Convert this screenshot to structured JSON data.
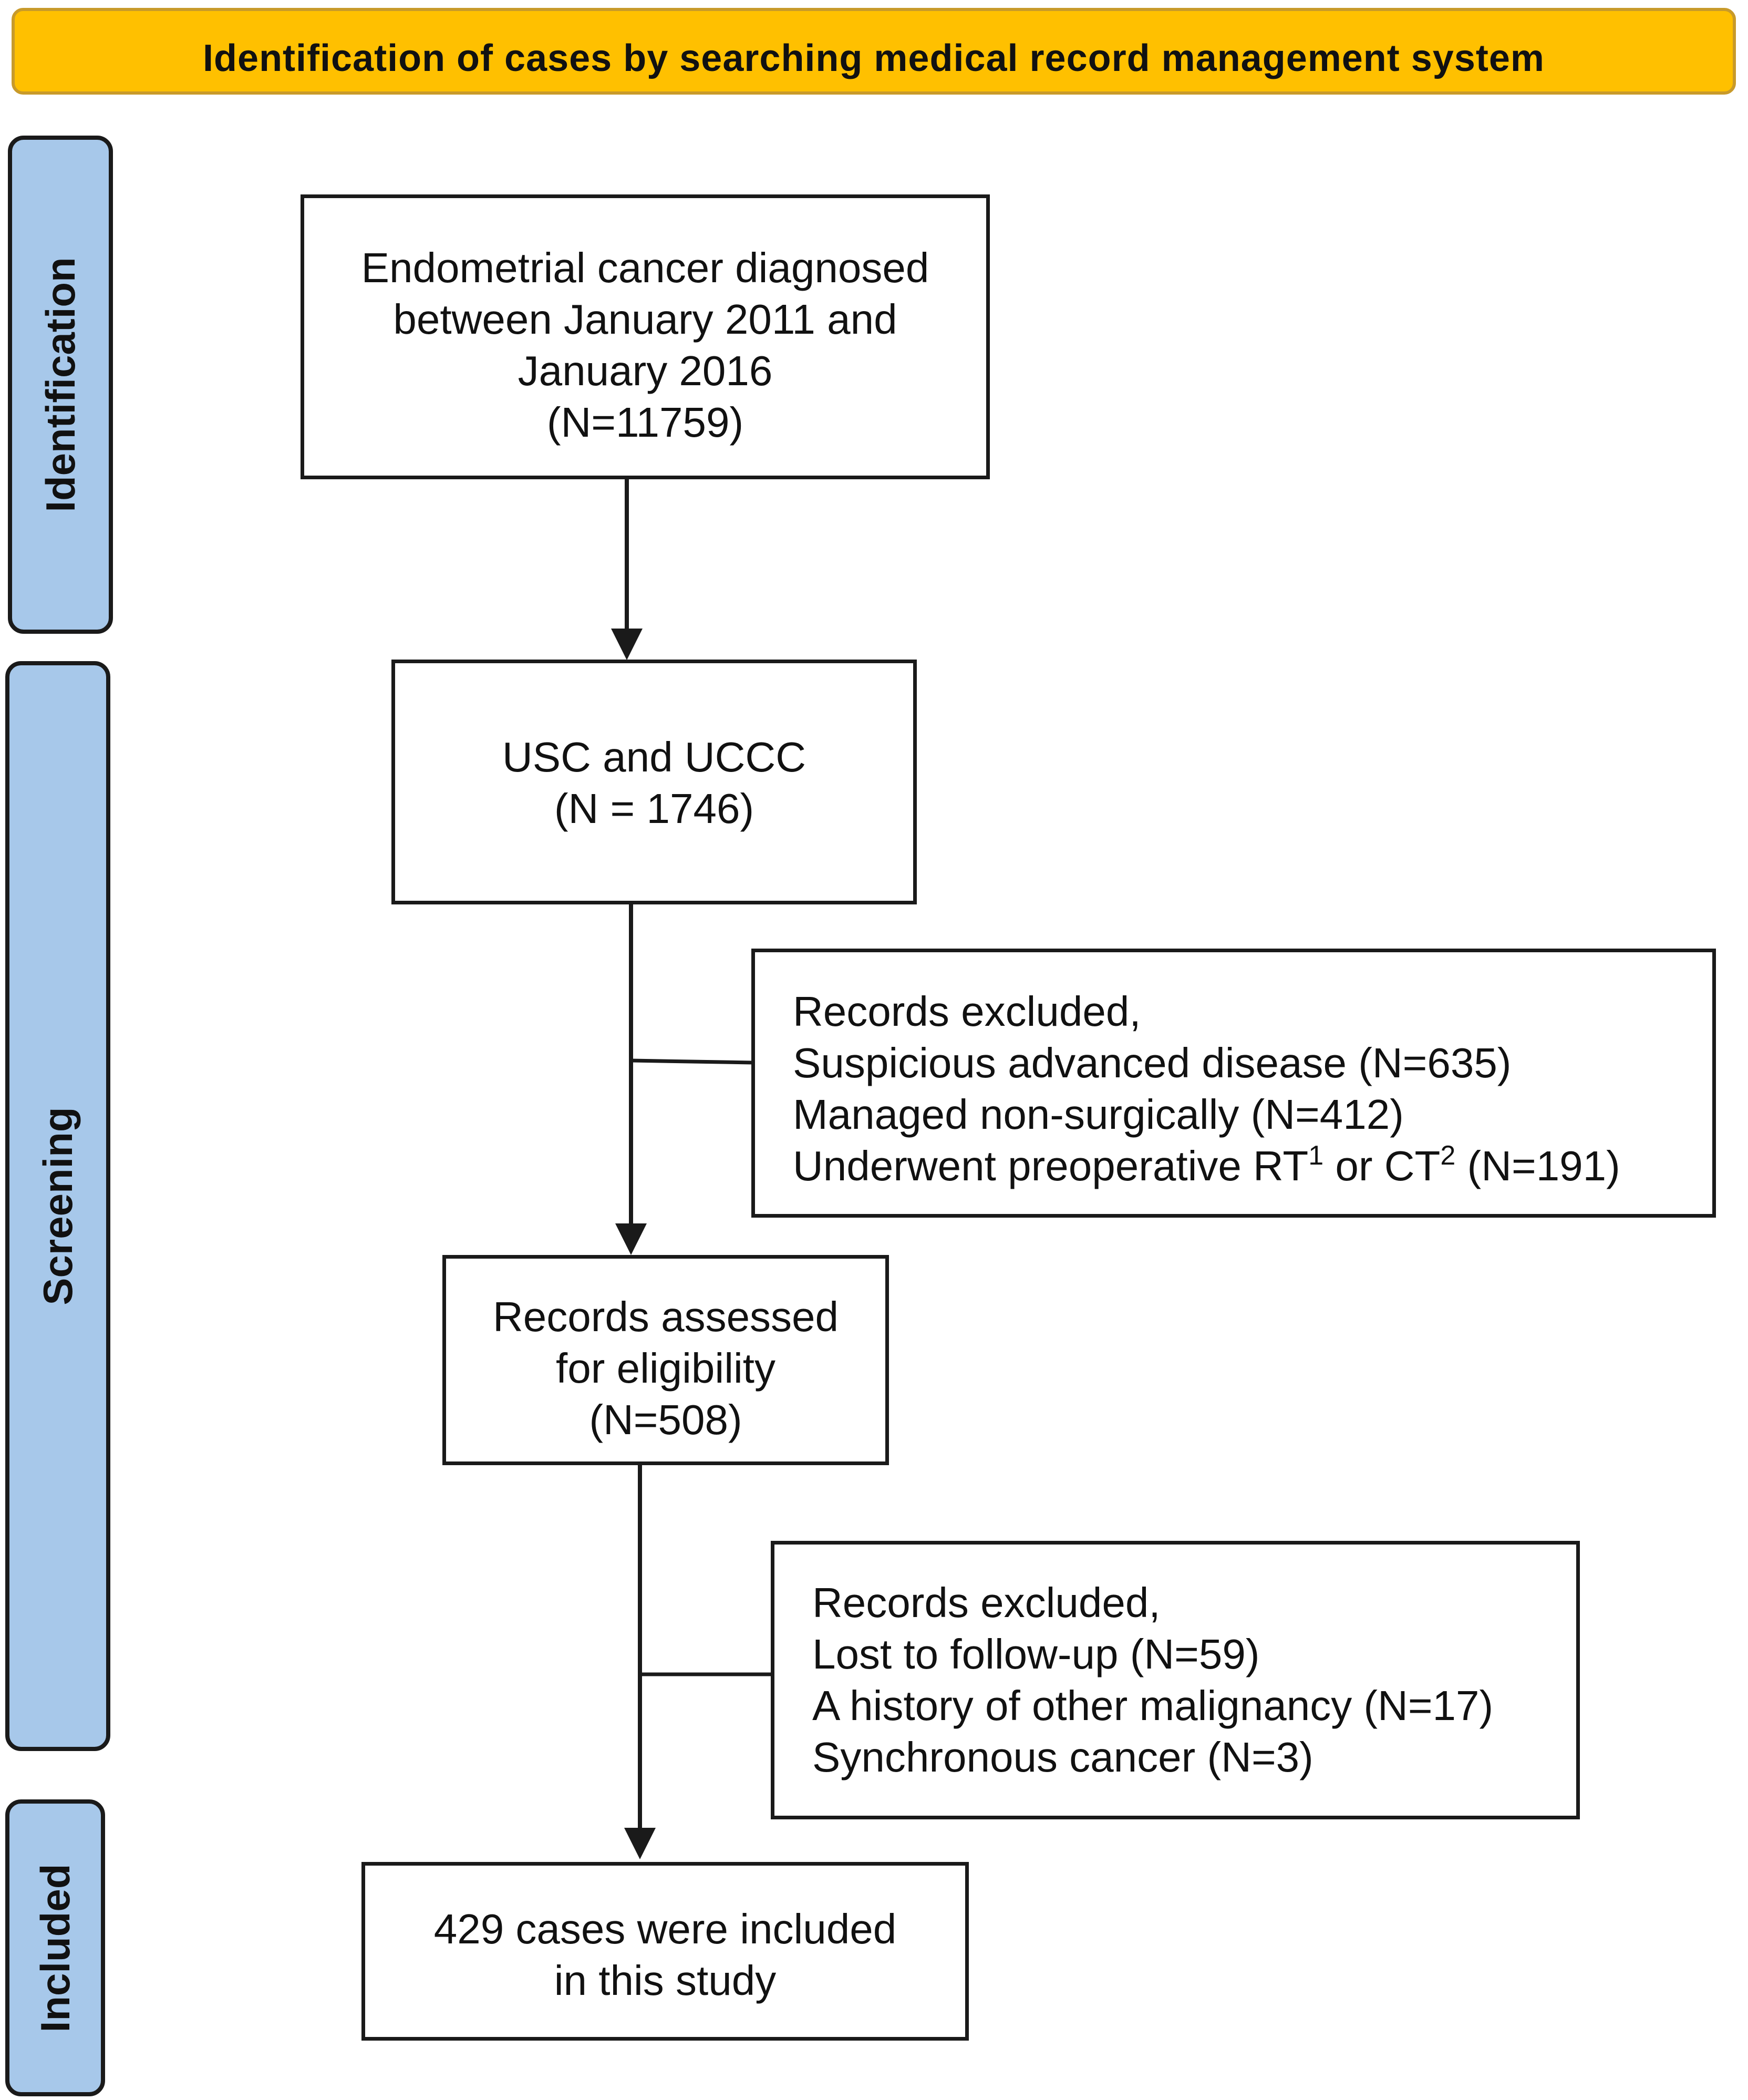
{
  "header": {
    "title": "Identification of cases by searching medical record management system"
  },
  "phases": {
    "identification": "Identification",
    "screening": "Screening",
    "included": "Included"
  },
  "boxes": {
    "diagnosed": {
      "lines": [
        "Endometrial cancer diagnosed",
        "between January 2011 and",
        "January 2016",
        "(N=11759)"
      ]
    },
    "usc_uccc": {
      "lines": [
        "USC and UCCC",
        "(N = 1746)"
      ]
    },
    "excluded_1": {
      "lines": [
        "Records excluded,",
        "Suspicious advanced disease (N=635)",
        "Managed non-surgically (N=412)"
      ],
      "last_line": {
        "text_a": "Underwent preoperative RT",
        "sup_a": "1",
        "text_b": " or CT",
        "sup_b": "2",
        "text_c": " (N=191)"
      }
    },
    "assessed": {
      "lines": [
        "Records assessed",
        "for eligibility",
        "(N=508)"
      ]
    },
    "excluded_2": {
      "lines": [
        "Records excluded,",
        "Lost to follow-up (N=59)",
        "A history of other malignancy (N=17)",
        "Synchronous cancer (N=3)"
      ]
    },
    "included": {
      "lines": [
        "429 cases were included",
        "in this study"
      ]
    }
  }
}
